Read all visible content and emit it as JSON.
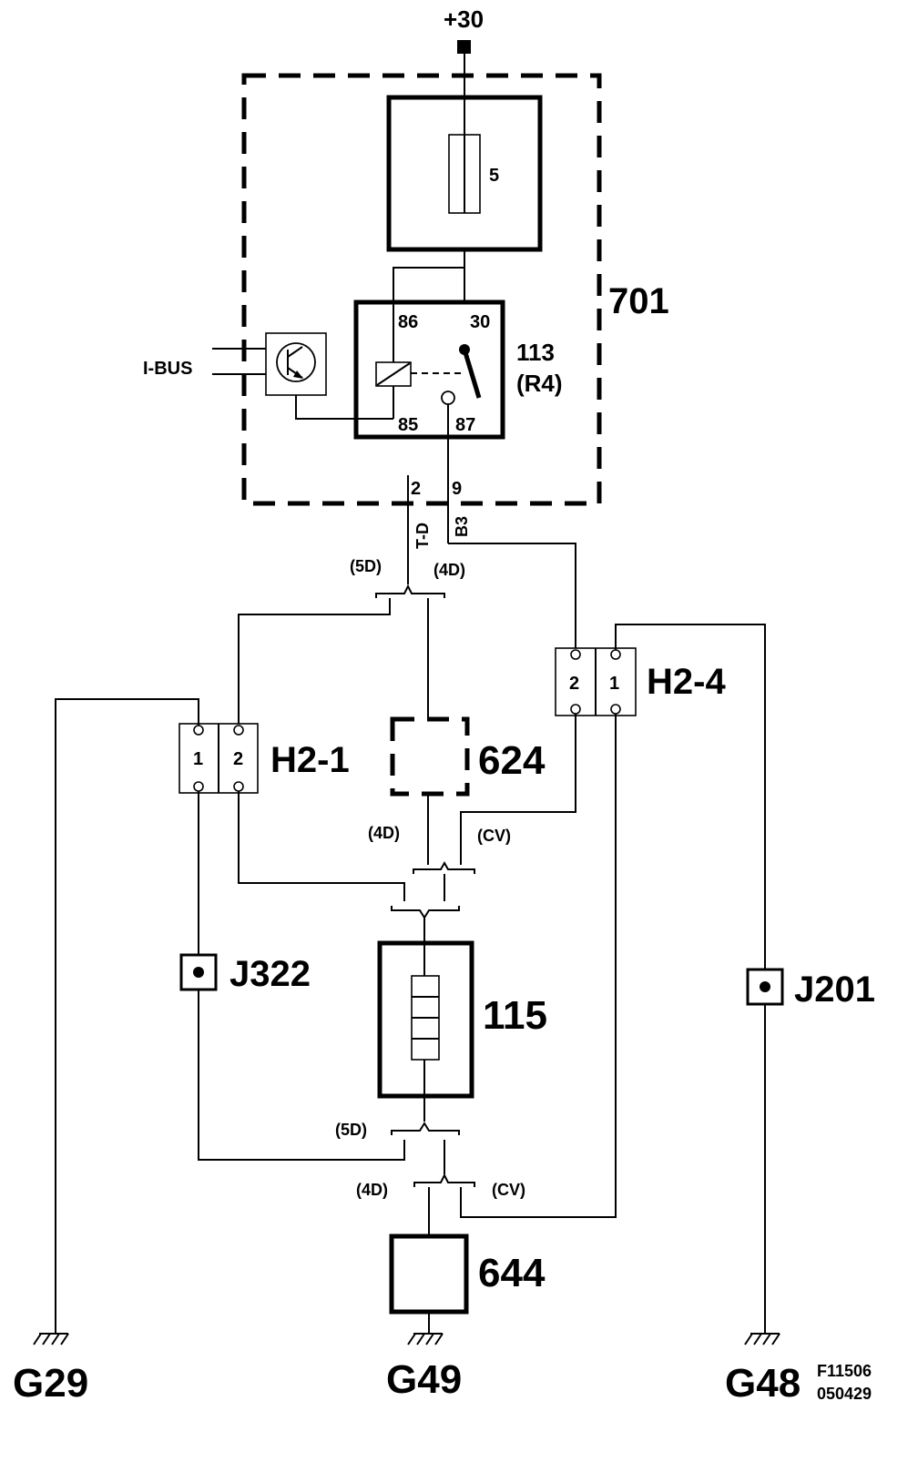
{
  "supply": {
    "label": "+30"
  },
  "module_701": {
    "label": "701"
  },
  "fuse": {
    "label": "5"
  },
  "relay": {
    "id": "113",
    "sub": "(R4)",
    "pins": {
      "p86": "86",
      "p30": "30",
      "p85": "85",
      "p87": "87"
    }
  },
  "ibus": {
    "label": "I-BUS"
  },
  "module_pins": {
    "left": "2",
    "right": "9",
    "wire_left": "T-D",
    "wire_right": "B3"
  },
  "connectors": {
    "h2_1": {
      "label": "H2-1",
      "pin1": "1",
      "pin2": "2"
    },
    "h2_4": {
      "label": "H2-4",
      "pin2": "2",
      "pin1": "1"
    }
  },
  "components": {
    "c624": "624",
    "c115": "115",
    "c644": "644"
  },
  "splices": {
    "j322": "J322",
    "j201": "J201"
  },
  "variants": {
    "v1_left": "(5D)",
    "v1_right": "(4D)",
    "v2_left": "(4D)",
    "v2_right": "(CV)",
    "v3_left": "(5D)",
    "v4_left": "(4D)",
    "v4_right": "(CV)"
  },
  "grounds": {
    "g29": "G29",
    "g49": "G49",
    "g48": "G48"
  },
  "figure": {
    "id": "F11506",
    "date": "050429"
  }
}
